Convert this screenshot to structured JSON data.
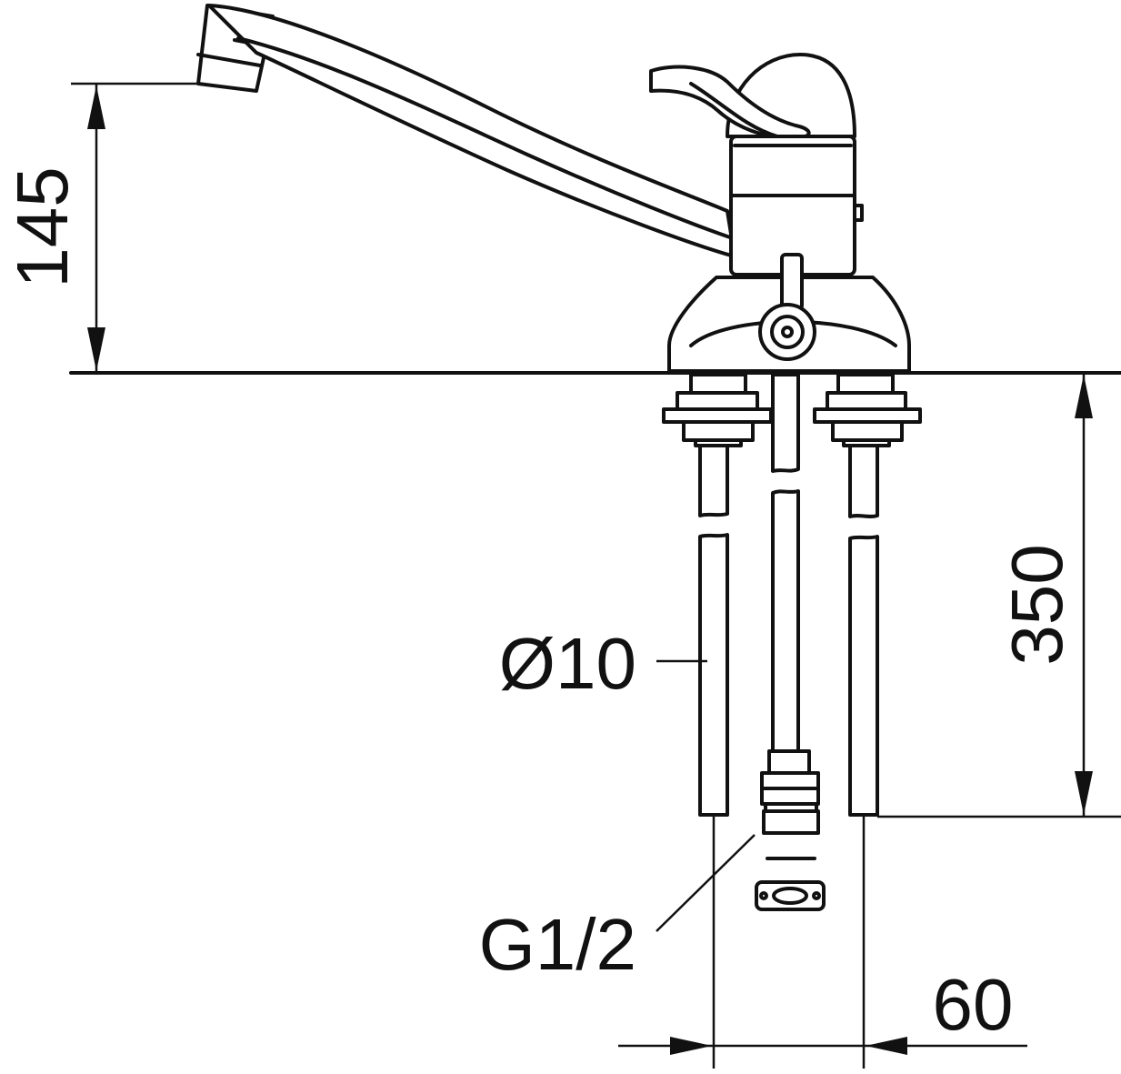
{
  "drawing": {
    "dimensions": {
      "spout_height": "145",
      "hose_length": "350",
      "hose_diameter": "Ø10",
      "thread_size": "G1/2",
      "hose_spacing": "60"
    }
  }
}
